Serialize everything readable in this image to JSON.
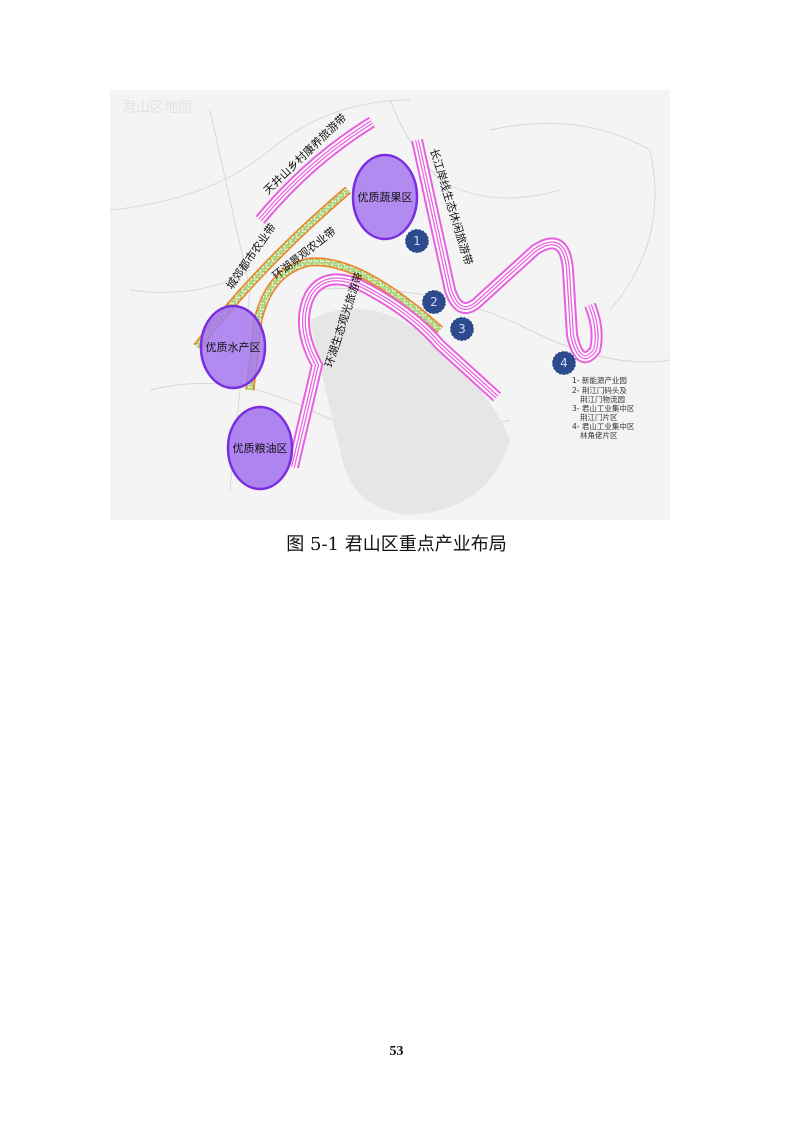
{
  "figure": {
    "map_title_watermark": "君山区地图",
    "zones": [
      {
        "label": "优质蔬果区"
      },
      {
        "label": "优质水产区"
      },
      {
        "label": "优质粮油区"
      }
    ],
    "belts": [
      {
        "label": "天井山乡村康养旅游带"
      },
      {
        "label": "长江岸线生态休闲旅游带"
      },
      {
        "label": "城郊都市农业带"
      },
      {
        "label": "环湖景观农业带"
      },
      {
        "label": "环湖生态观光旅游带"
      }
    ],
    "markers": [
      "1",
      "2",
      "3",
      "4"
    ],
    "legend": [
      "1- 新能源产业园",
      "2- 荆江门码头及",
      "荆江门物流园",
      "3- 君山工业集中区",
      "荆江门片区",
      "4- 君山工业集中区",
      "林角佬片区"
    ],
    "colors": {
      "zone": "#a678f0",
      "zone_stroke": "#7a2ee0",
      "tour_belt": "#e860e0",
      "agri_green": "#8ccc3c",
      "agri_orange": "#f08020",
      "marker": "#2c4a8c"
    }
  },
  "caption": "图 5-1  君山区重点产业布局",
  "page_number": "53"
}
